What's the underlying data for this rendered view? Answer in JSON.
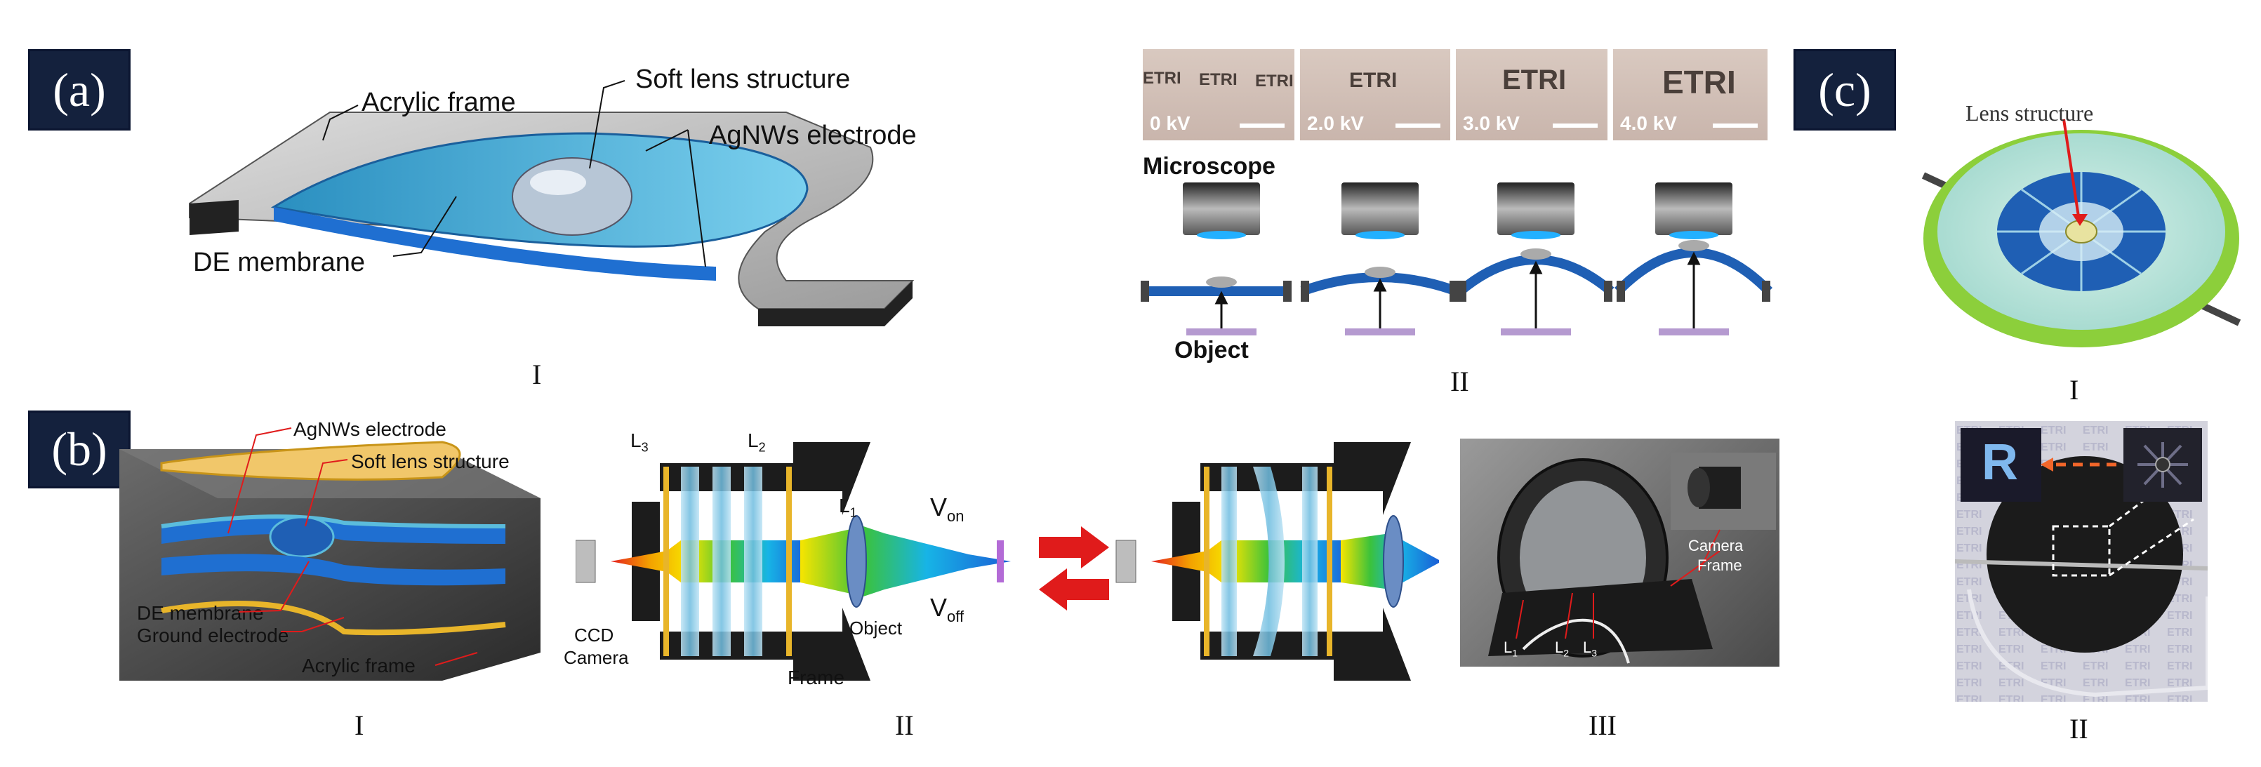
{
  "panels": {
    "a": {
      "tag": "(a)",
      "labels": {
        "acrylic_frame": "Acrylic frame",
        "soft_lens": "Soft lens structure",
        "agnws": "AgNWs electrode",
        "de_membrane": "DE membrane"
      },
      "sub_i": "I",
      "sub_ii": "II",
      "voltages": [
        "0 kV",
        "2.0 kV",
        "3.0 kV",
        "4.0 kV"
      ],
      "etri_text": "ETRI",
      "microscope": "Microscope",
      "object": "Object"
    },
    "b": {
      "tag": "(b)",
      "labels": {
        "agnws": "AgNWs electrode",
        "soft_lens": "Soft lens structure",
        "de_membrane": "DE membrane",
        "ground_electrode": "Ground electrode",
        "acrylic_frame": "Acrylic frame"
      },
      "ii": {
        "l3": "L",
        "l3_sub": "3",
        "l2": "L",
        "l2_sub": "2",
        "l1": "L",
        "l1_sub": "1",
        "ccd": "CCD",
        "camera": "Camera",
        "frame": "Frame",
        "object": "Object",
        "von": "V",
        "von_sub": "on",
        "voff": "V",
        "voff_sub": "off"
      },
      "iii": {
        "camera": "Camera",
        "frame": "Frame",
        "l1": "L",
        "l1_sub": "1",
        "l2": "L",
        "l2_sub": "2",
        "l3": "L",
        "l3_sub": "3"
      },
      "sub_i": "I",
      "sub_ii": "II",
      "sub_iii": "III"
    },
    "c": {
      "tag": "(c)",
      "lens_structure": "Lens structure",
      "sub_i": "I",
      "sub_ii": "II",
      "logo_letter": "R"
    }
  },
  "colors": {
    "tag_bg": "#14213d",
    "membrane_blue": "#1f6fd1",
    "electrode_light_blue": "#5bbcdc",
    "frame_gold": "#e8b52a",
    "arrow_red": "#e01b1b",
    "object_purple": "#b36bd6",
    "green_ring": "#8ccf3b"
  }
}
